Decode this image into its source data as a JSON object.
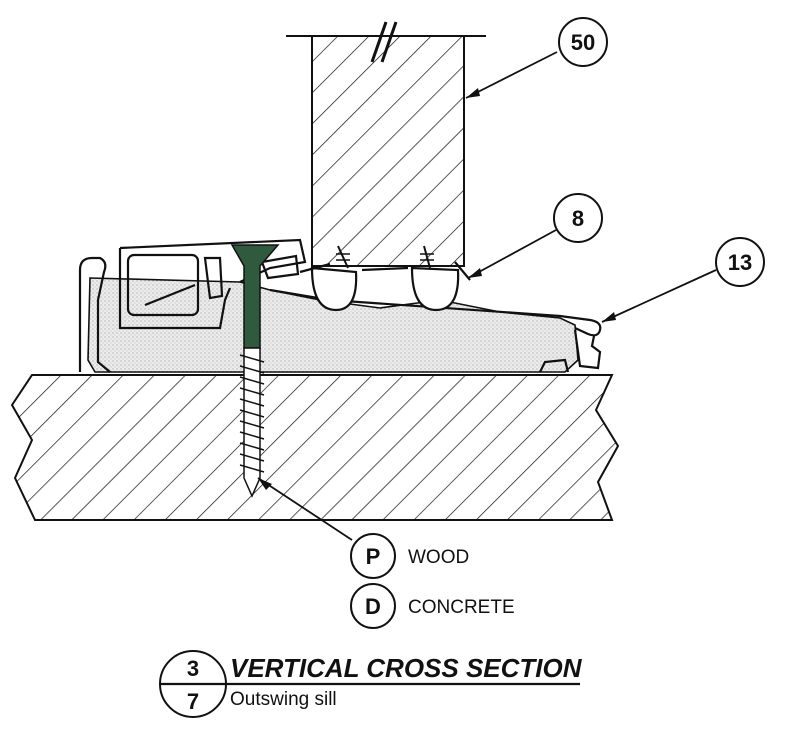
{
  "callouts": {
    "c50": "50",
    "c8": "8",
    "c13": "13"
  },
  "legend": [
    {
      "symbol": "P",
      "label": "WOOD"
    },
    {
      "symbol": "D",
      "label": "CONCRETE"
    }
  ],
  "title_block": {
    "number": "3",
    "sheet": "7",
    "title": "VERTICAL CROSS SECTION",
    "subtitle": "Outswing sill"
  },
  "colors": {
    "line": "#111111",
    "screw": "#2f5a3d",
    "foam": "#e4e4e4"
  }
}
